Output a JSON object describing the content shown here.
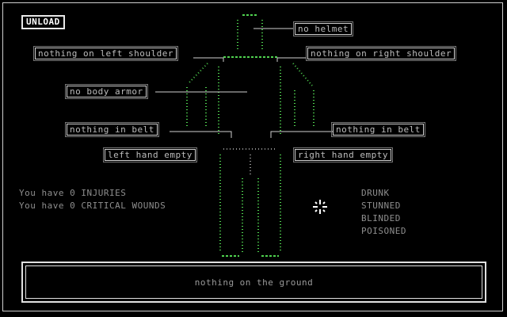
{
  "buttons": {
    "unload": "UNLOAD"
  },
  "slots": {
    "head": "no helmet",
    "left_shoulder": "nothing on left shoulder",
    "right_shoulder": "nothing on right shoulder",
    "body": "no body armor",
    "left_belt": "nothing in belt",
    "right_belt": "nothing in belt",
    "left_hand": "left hand empty",
    "right_hand": "right hand empty"
  },
  "stats": {
    "injuries": "You have 0 INJURIES",
    "critical": "You have 0 CRITICAL WOUNDS"
  },
  "status": [
    "DRUNK",
    "STUNNED",
    "BLINDED",
    "POISONED"
  ],
  "ground": "nothing on the ground",
  "colors": {
    "figure": "#4fd24f",
    "text": "#8e8e8e",
    "border": "#e0e0e0"
  }
}
